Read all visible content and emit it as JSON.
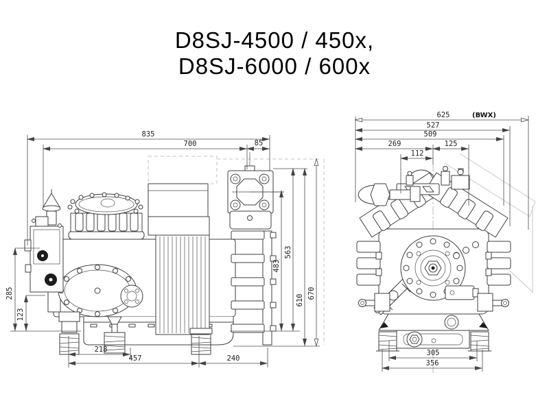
{
  "title": {
    "line1": "D8SJ-4500 / 450x,",
    "line2": "D8SJ-6000 / 600x"
  },
  "side_view": {
    "dims": {
      "overall_length": "835",
      "length_to_suction": "700",
      "suction_overhang": "85",
      "overall_height": "670",
      "height_to_sump": "610",
      "height_flange_top": "563",
      "height_suction_center": "483",
      "oil_pump_height": "285",
      "valve_height": "123",
      "foot_pitch_front": "218",
      "foot_pitch_main": "457",
      "foot_overhang": "240"
    }
  },
  "front_view": {
    "variant_label": "(BWX)",
    "dims": {
      "overall_width_bwx": "625",
      "width_with_plug": "527",
      "width_body": "509",
      "center_to_left": "269",
      "center_to_head": "125",
      "plug_to_center": "112",
      "foot_pitch": "305",
      "base_width": "356"
    }
  }
}
